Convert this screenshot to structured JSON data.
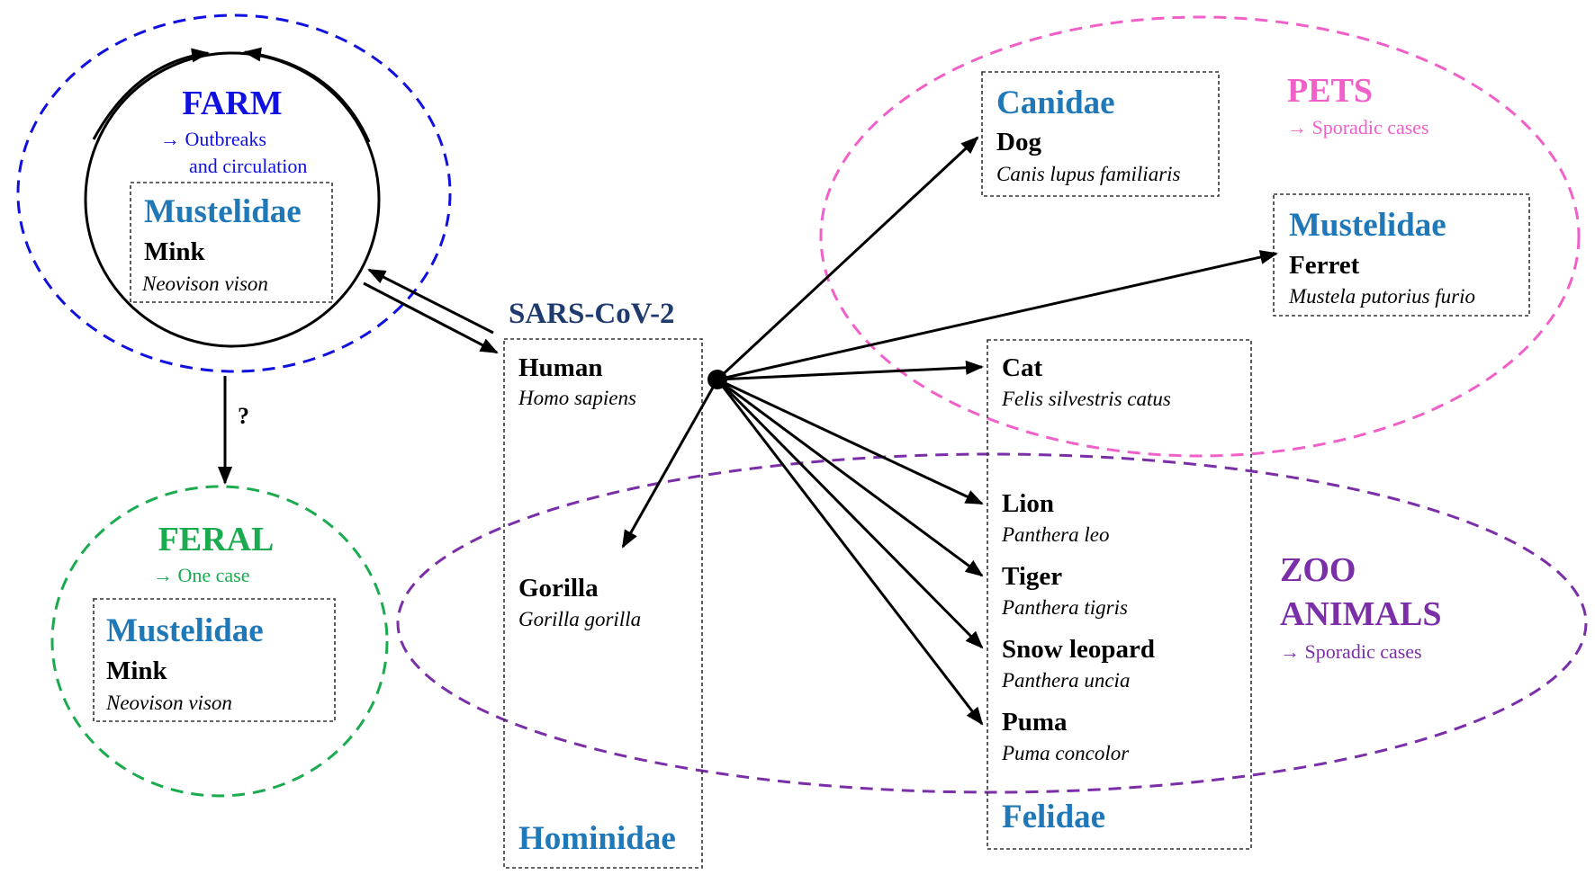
{
  "colors": {
    "farm": "#1010e0",
    "feral": "#1aab4f",
    "pets": "#f060c8",
    "zoo": "#7a2fa8",
    "family": "#1f78b8",
    "virus": "#1f3a6e"
  },
  "virus": "SARS-CoV-2",
  "farm": {
    "title": "FARM",
    "note_line1": "→ Outbreaks",
    "note_line2": "and circulation",
    "family": "Mustelidae",
    "name": "Mink",
    "scientific": "Neovison vison"
  },
  "unknown_link": "?",
  "feral": {
    "title": "FERAL",
    "note": "→ One case",
    "family": "Mustelidae",
    "name": "Mink",
    "scientific": "Neovison vison"
  },
  "hominidae": {
    "family": "Hominidae",
    "human": {
      "name": "Human",
      "scientific": "Homo sapiens"
    },
    "gorilla": {
      "name": "Gorilla",
      "scientific": "Gorilla gorilla"
    }
  },
  "pets": {
    "title": "PETS",
    "note": "→ Sporadic cases"
  },
  "canidae": {
    "family": "Canidae",
    "name": "Dog",
    "scientific": "Canis lupus familiaris"
  },
  "ferret": {
    "family": "Mustelidae",
    "name": "Ferret",
    "scientific": "Mustela putorius furio"
  },
  "zoo": {
    "title_line1": "ZOO",
    "title_line2": "ANIMALS",
    "note": "→ Sporadic cases"
  },
  "felidae": {
    "family": "Felidae",
    "species": [
      {
        "name": "Cat",
        "scientific": "Felis silvestris catus"
      },
      {
        "name": "Lion",
        "scientific": "Panthera leo"
      },
      {
        "name": "Tiger",
        "scientific": "Panthera tigris"
      },
      {
        "name": "Snow leopard",
        "scientific": "Panthera uncia"
      },
      {
        "name": "Puma",
        "scientific": "Puma concolor"
      }
    ]
  }
}
